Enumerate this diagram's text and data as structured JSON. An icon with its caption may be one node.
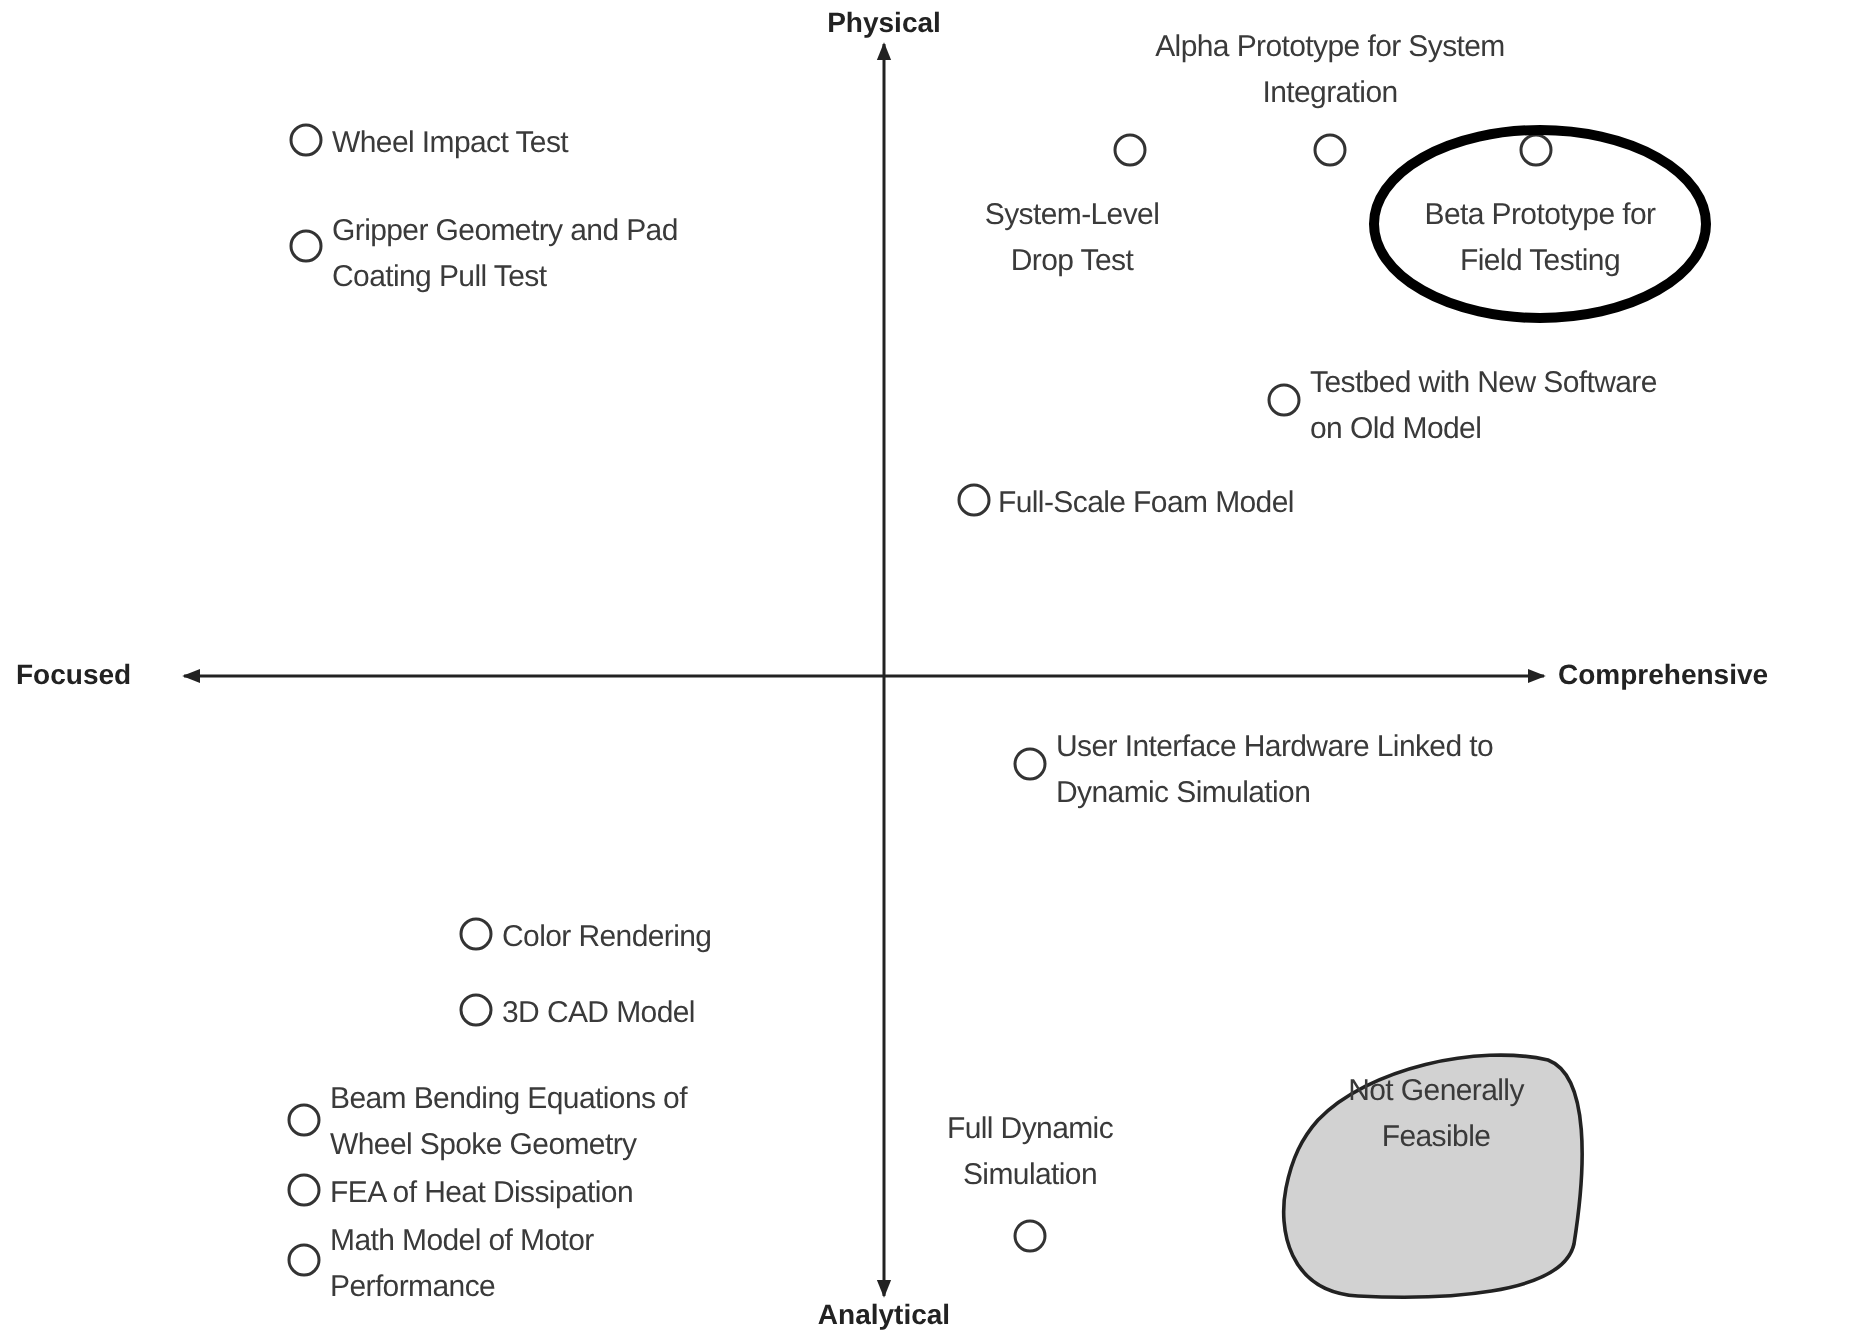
{
  "diagram": {
    "nodes": [
      {
        "text": [
          "Alpha Prototype for System Integration"
        ]
      },
      {
        "text": [
          "Wheel Impact Test"
        ]
      },
      {
        "text": [
          "System-Level Drop Test"
        ]
      },
      {
        "text": [
          "Beta Prototype for Field Testing"
        ]
      },
      {
        "text": [
          "Gripper Geometry and Pad Coating Pull Test"
        ]
      },
      {
        "text": [
          "Testbed with New Software on Old Model"
        ]
      },
      {
        "text": [
          "Full-Scale Foam Model"
        ]
      },
      {
        "text": [
          "User Interface Hardware Linked to Dynamic Simulation"
        ]
      },
      {
        "text": [
          "Color Rendering"
        ]
      },
      {
        "text": [
          "3D CAD Model"
        ]
      },
      {
        "text": [
          "Beam Bending Equations of Wheel Spoke Geometry"
        ]
      },
      {
        "text": [
          "Full Dynamic Simulation"
        ]
      },
      {
        "text": [
          "Not Generally Feasible"
        ]
      },
      {
        "text": [
          "FEA of Heat Dissipation"
        ]
      },
      {
        "text": [
          "Math Model of Motor Performance"
        ]
      }
    ],
    "labels": [
      "Physical",
      "Focused",
      "Comprehensive",
      "Analytical"
    ]
  }
}
